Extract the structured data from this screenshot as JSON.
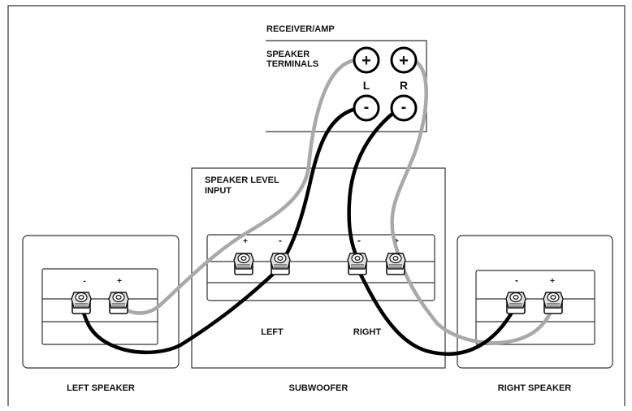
{
  "labels": {
    "receiver": "RECEIVER/AMP",
    "speaker_terminals_line1": "SPEAKER",
    "speaker_terminals_line2": "TERMINALS",
    "left_channel": "L",
    "right_channel": "R",
    "sub_input_line1": "SPEAKER LEVEL",
    "sub_input_line2": "INPUT",
    "sub_left": "LEFT",
    "sub_right": "RIGHT",
    "left_speaker": "LEFT SPEAKER",
    "subwoofer": "SUBWOOFER",
    "right_speaker": "RIGHT SPEAKER"
  },
  "terminal_signs": {
    "plus": "+",
    "minus": "-"
  },
  "colors": {
    "positive_wire": "#a9a9a9",
    "negative_wire": "#000000",
    "outline": "#333333"
  }
}
